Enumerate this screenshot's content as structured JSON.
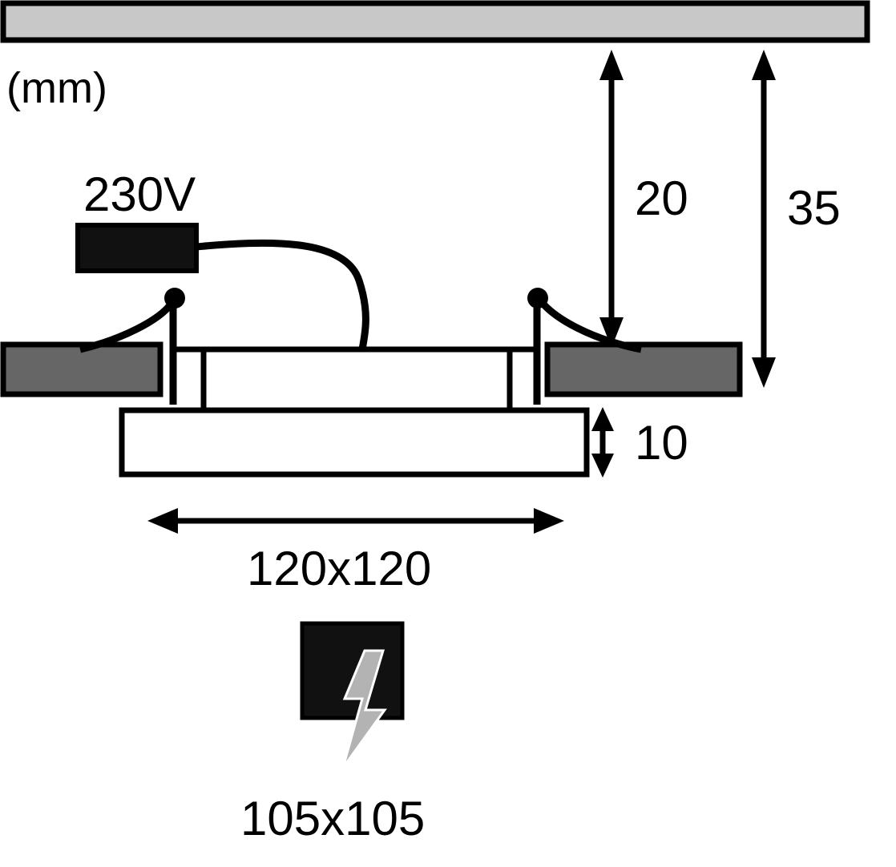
{
  "diagram": {
    "title_unit": "(mm)",
    "labels": {
      "voltage": "230V",
      "depth_recess": "20",
      "total_height": "35",
      "fixture_thickness": "10",
      "outer_dimension": "120x120",
      "cutout_dimension": "105x105"
    },
    "icons": {
      "mains_symbol": "lightning-bolt-icon"
    },
    "colors": {
      "outline": "#000000",
      "ceiling_fill": "#c8c8c8",
      "clip_fill": "#666666",
      "background": "#ffffff",
      "bolt_fill": "#b3b3b3"
    }
  }
}
